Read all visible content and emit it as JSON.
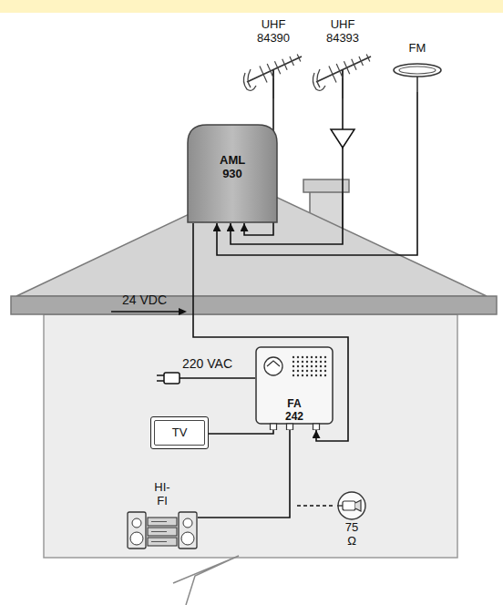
{
  "diagram": {
    "nodes": [
      {
        "text": [
          "UHF 84390"
        ]
      },
      {
        "text": [
          "UHF 84393"
        ]
      },
      {
        "text": [
          "FM"
        ]
      },
      {
        "text": [
          "AML 930"
        ]
      },
      {
        "text": [
          "FA 242"
        ]
      },
      {
        "text": [
          "TV"
        ]
      },
      {
        "text": [
          "HI-FI"
        ]
      },
      {
        "text": [
          "75 Ω"
        ]
      }
    ],
    "edges": [
      {
        "from": 0,
        "to": 3,
        "arrow": "to"
      },
      {
        "from": 1,
        "to": 3,
        "arrow": "to"
      },
      {
        "from": 2,
        "to": 3,
        "arrow": "to"
      },
      {
        "from": 3,
        "to": 4,
        "arrow": "to"
      },
      {
        "from": 4,
        "to": 5,
        "arrow": "none"
      },
      {
        "from": 4,
        "to": 6,
        "arrow": "none"
      }
    ],
    "labels": [
      "24 VDC",
      "220 VAC"
    ]
  }
}
